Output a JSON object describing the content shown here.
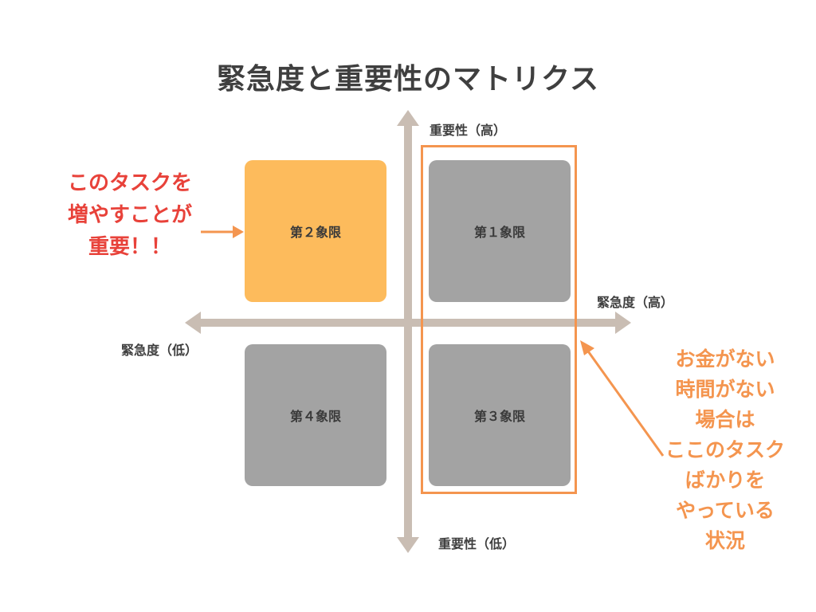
{
  "title": "緊急度と重要性のマトリクス",
  "axes": {
    "importance_high": "重要性（高）",
    "importance_low": "重要性（低）",
    "urgency_high": "緊急度（高）",
    "urgency_low": "緊急度（低）"
  },
  "quadrants": [
    {
      "label": "第２象限",
      "color": "#fdbb5c"
    },
    {
      "label": "第１象限",
      "color": "#a3a3a3"
    },
    {
      "label": "第４象限",
      "color": "#a3a3a3"
    },
    {
      "label": "第３象限",
      "color": "#a3a3a3"
    }
  ],
  "notes": {
    "left": {
      "lines": [
        "このタスクを",
        "増やすことが",
        "重要！！"
      ],
      "color": "#e8423a"
    },
    "right": {
      "lines": [
        "お金がない",
        "時間がない",
        "場合は",
        "ここのタスク",
        "ばかりを",
        "やっている",
        "状況"
      ],
      "color": "#f4954f"
    }
  },
  "colors": {
    "axis": "#c9bdb3",
    "arrow": "#f4954f",
    "title": "#3f3f3f"
  }
}
